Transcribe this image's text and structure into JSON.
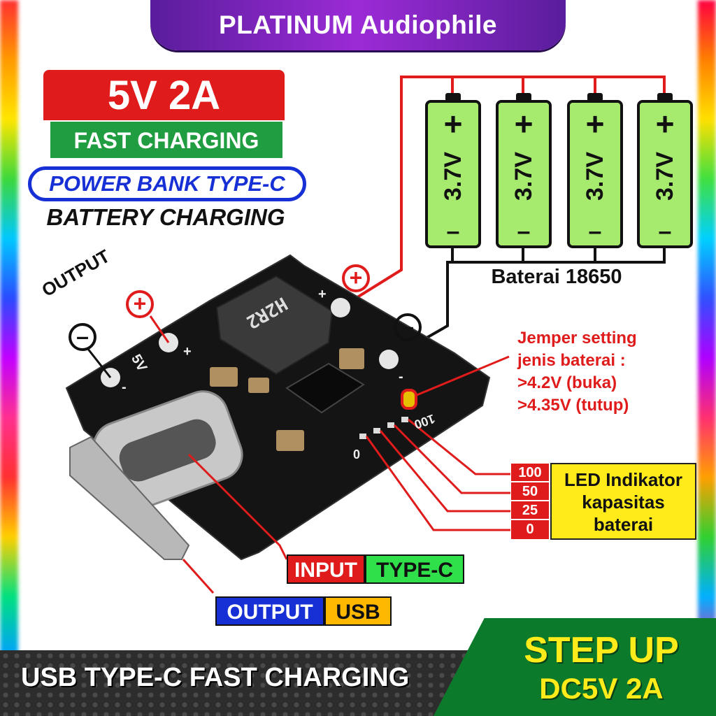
{
  "brand": {
    "title": "PLATINUM Audiophile"
  },
  "badges": {
    "voltage": "5V 2A",
    "fast": "FAST CHARGING",
    "powerbank": "POWER BANK TYPE-C",
    "battery_charging": "BATTERY CHARGING"
  },
  "batteries": {
    "cells": [
      {
        "plus": "+",
        "voltage": "3.7V",
        "minus": "–"
      },
      {
        "plus": "+",
        "voltage": "3.7V",
        "minus": "–"
      },
      {
        "plus": "+",
        "voltage": "3.7V",
        "minus": "–"
      },
      {
        "plus": "+",
        "voltage": "3.7V",
        "minus": "–"
      }
    ],
    "label": "Baterai 18650",
    "plus_sign": "+",
    "minus_sign": "–"
  },
  "output": {
    "label": "OUTPUT",
    "plus": "+",
    "minus": "–"
  },
  "board": {
    "inductor": "H2R2",
    "pad_plus": "+",
    "pad_5v": "5V",
    "pad_minus": "-",
    "bat_plus": "+",
    "bat_minus": "-",
    "led_100": "100",
    "led_0": "0"
  },
  "jumper": {
    "lines": [
      "Jemper setting",
      "jenis baterai :",
      ">4.2V (buka)",
      ">4.35V (tutup)"
    ]
  },
  "led": {
    "levels": [
      "100",
      "50",
      "25",
      "0"
    ],
    "title_lines": [
      "LED Indikator",
      "kapasitas",
      "baterai"
    ]
  },
  "tags": {
    "input": "INPUT",
    "typec": "TYPE-C",
    "output": "OUTPUT",
    "usb": "USB"
  },
  "footer": {
    "left": "USB TYPE-C FAST CHARGING",
    "step_up": "STEP UP",
    "dc": "DC5V 2A"
  },
  "colors": {
    "red": "#e01b1b",
    "green": "#1f9d40",
    "blue": "#1630d6",
    "yellow": "#ffeb1a",
    "purple": "#8a2bd0",
    "battery": "#a6ea6e"
  }
}
